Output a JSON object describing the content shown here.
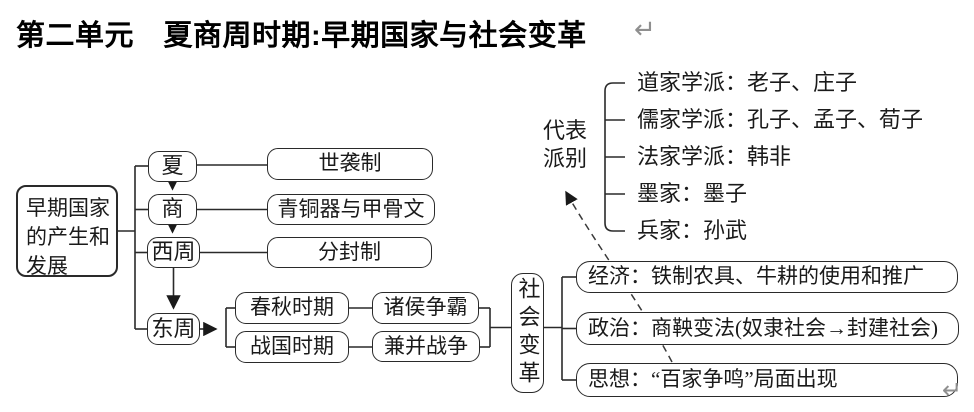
{
  "title": {
    "text": "第二单元　夏商周时期:早期国家与社会变革",
    "paragraph_mark": "↵"
  },
  "root": {
    "label": "早期国家的产生和发展"
  },
  "dynasties": {
    "xia": {
      "name": "夏",
      "feature": "世袭制"
    },
    "shang": {
      "name": "商",
      "feature": "青铜器与甲骨文"
    },
    "western_zhou": {
      "name": "西周",
      "feature": "分封制"
    },
    "eastern_zhou": {
      "name": "东周"
    }
  },
  "eastern_zhou_periods": {
    "spring_autumn": {
      "period": "春秋时期",
      "feature": "诸侯争霸"
    },
    "warring_states": {
      "period": "战国时期",
      "feature": "兼并战争"
    }
  },
  "social_change": {
    "label": "社会变革"
  },
  "aspects": {
    "economy": "经济：铁制农具、牛耕的使用和推广",
    "politics": "政治：商鞅变法(奴隶社会→封建社会)",
    "thought": "思想：“百家争鸣”局面出现"
  },
  "schools": {
    "label": "代表派别",
    "items": [
      "道家学派：老子、庄子",
      "儒家学派：孔子、孟子、荀子",
      "法家学派：韩非",
      "墨家：墨子",
      "兵家：孙武"
    ]
  },
  "marks": {
    "bottom_paragraph_mark": "↵"
  },
  "colors": {
    "ink": "#1a1a1a",
    "line": "#2a2a2a",
    "paragraph_mark": "#8f8f8f"
  }
}
